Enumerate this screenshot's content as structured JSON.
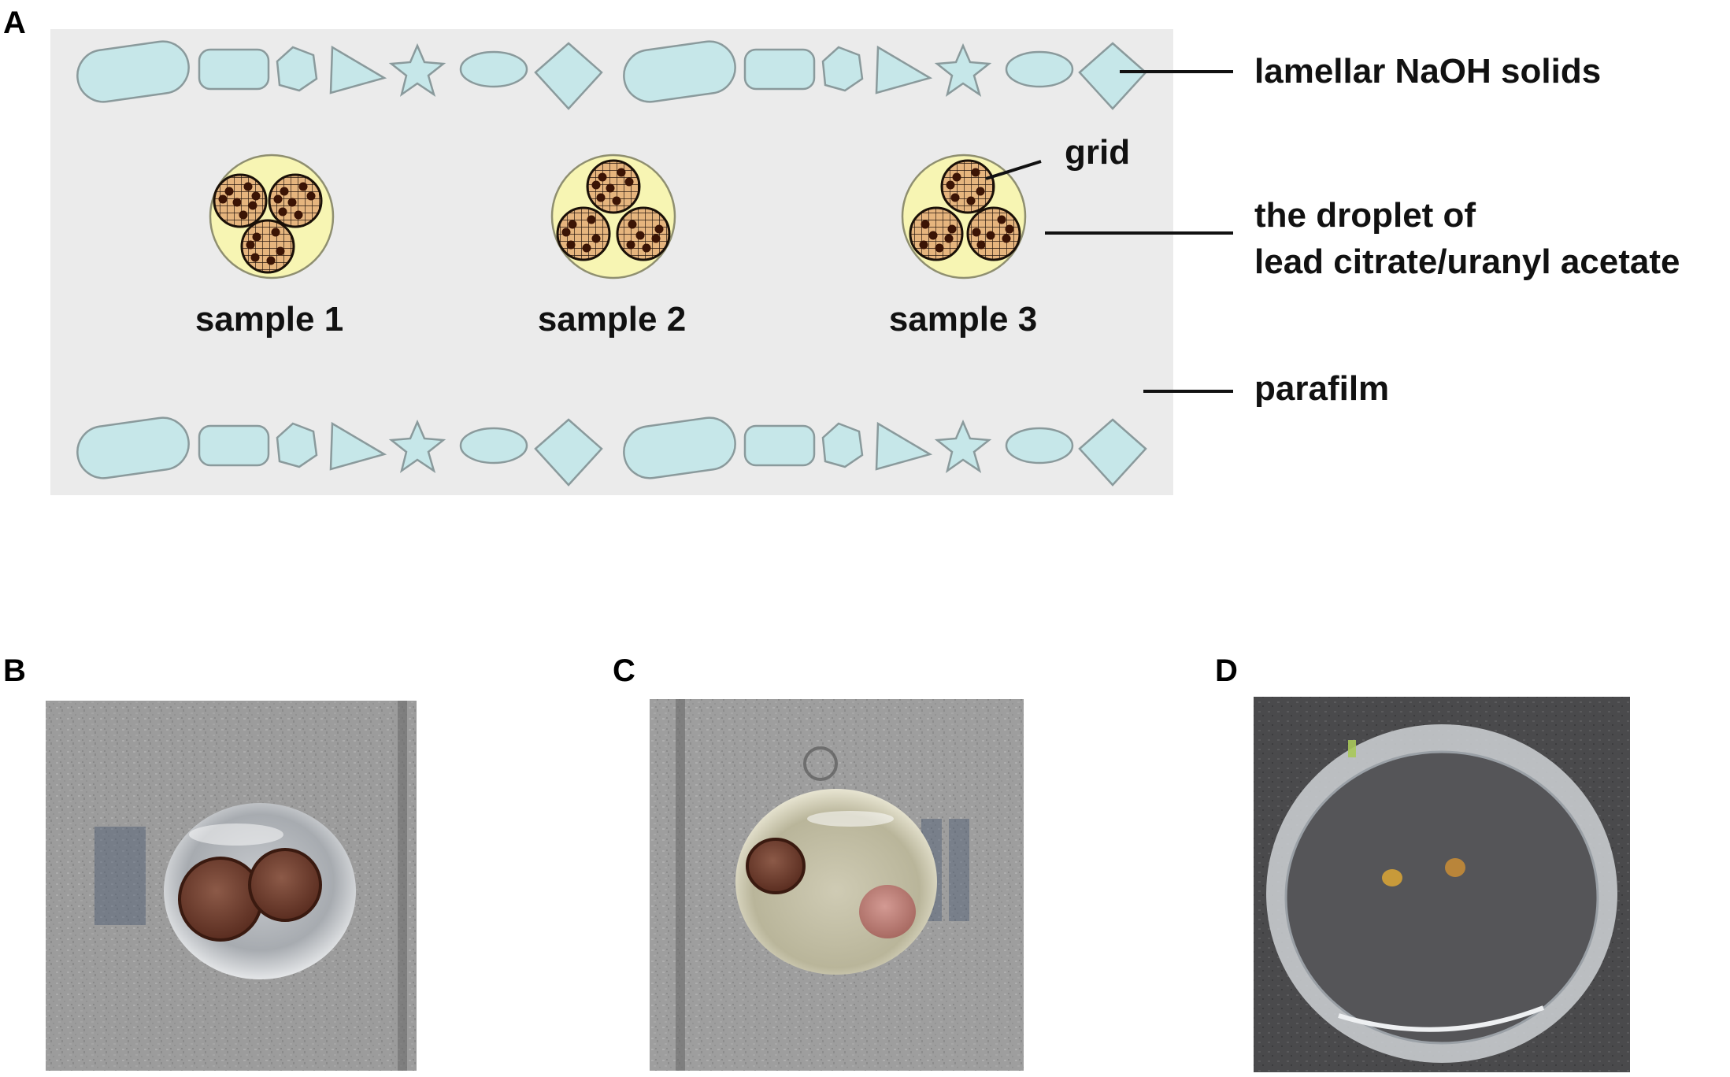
{
  "panels": {
    "a": {
      "letter": "A"
    },
    "b": {
      "letter": "B"
    },
    "c": {
      "letter": "C"
    },
    "d": {
      "letter": "D"
    }
  },
  "labels": {
    "naoh": "lamellar NaOH solids",
    "grid": "grid",
    "droplet_line1": "the droplet of",
    "droplet_line2": "lead citrate/uranyl acetate",
    "parafilm": "parafilm"
  },
  "samples": [
    {
      "label": "sample 1"
    },
    {
      "label": "sample 2"
    },
    {
      "label": "sample 3"
    }
  ],
  "colors": {
    "parafilm": "#ebebeb",
    "naoh_solid": "#c6e7e9",
    "droplet": "#f7f5b3",
    "grid_disc": "#e3b27a",
    "grid_particle": "#3b1405"
  }
}
